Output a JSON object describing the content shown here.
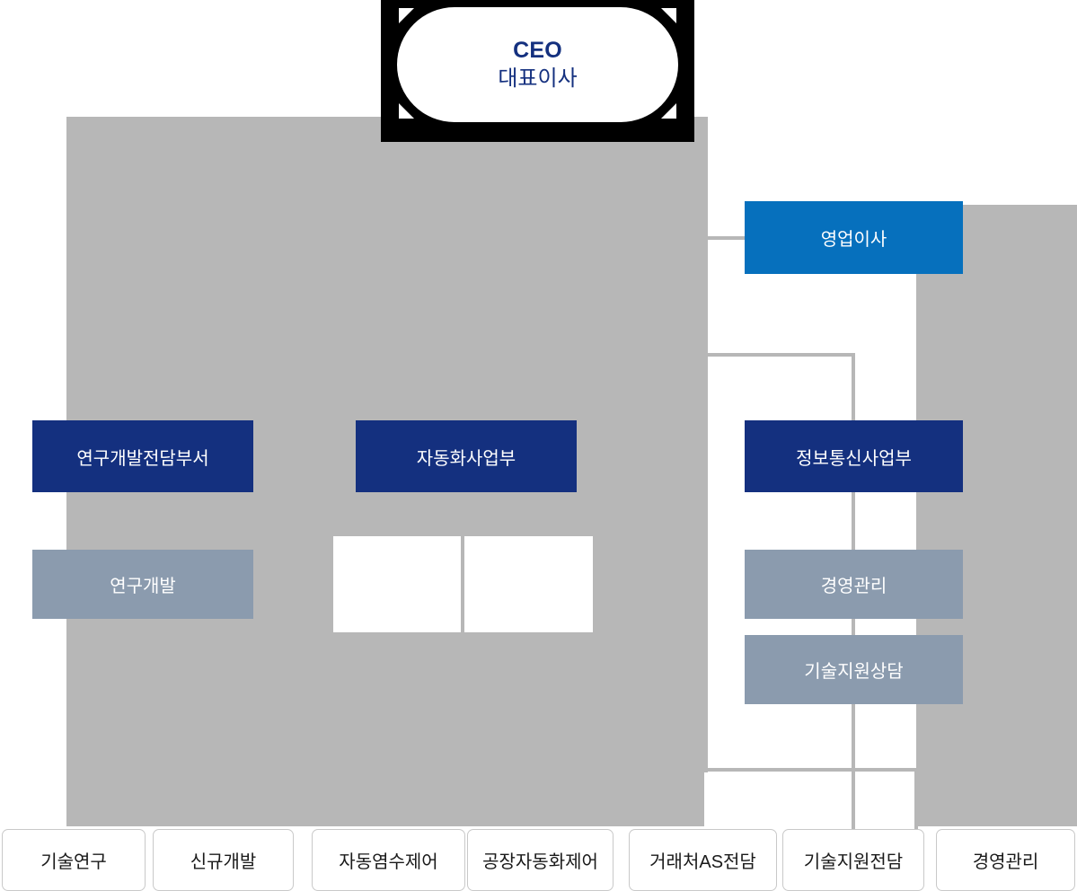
{
  "palette": {
    "background": "#ffffff",
    "plate_gray": "#b7b7b7",
    "navy": "#14307f",
    "azure": "#0670bd",
    "slate": "#8b9bae",
    "frame_black": "#000000",
    "leaf_border": "#c9c9c9",
    "leaf_text": "#1a1a1a",
    "ceo_text": "#14307f"
  },
  "root": {
    "title_en": "CEO",
    "title_ko": "대표이사"
  },
  "executives": [
    {
      "id": "sales-director",
      "label": "영업이사",
      "tone": "azure"
    }
  ],
  "divisions": [
    {
      "id": "rnd-dedicated-dept",
      "label": "연구개발전담부서",
      "tone": "navy"
    },
    {
      "id": "automation-division",
      "label": "자동화사업부",
      "tone": "navy"
    },
    {
      "id": "ict-division",
      "label": "정보통신사업부",
      "tone": "navy"
    }
  ],
  "teams": [
    {
      "id": "rnd-team",
      "label": "연구개발",
      "tone": "slate"
    },
    {
      "id": "automation-blank-1",
      "label": "",
      "tone": "blank"
    },
    {
      "id": "automation-blank-2",
      "label": "",
      "tone": "blank"
    },
    {
      "id": "management-team",
      "label": "경영관리",
      "tone": "slate"
    },
    {
      "id": "tech-support-team",
      "label": "기술지원상담",
      "tone": "slate"
    }
  ],
  "leaves": [
    {
      "id": "leaf-tech-research",
      "label": "기술연구"
    },
    {
      "id": "leaf-new-development",
      "label": "신규개발"
    },
    {
      "id": "leaf-auto-brine-control",
      "label": "자동염수제어"
    },
    {
      "id": "leaf-factory-automation",
      "label": "공장자동화제어"
    },
    {
      "id": "leaf-client-as",
      "label": "거래처AS전담"
    },
    {
      "id": "leaf-tech-support",
      "label": "기술지원전담"
    },
    {
      "id": "leaf-management",
      "label": "경영관리"
    }
  ]
}
